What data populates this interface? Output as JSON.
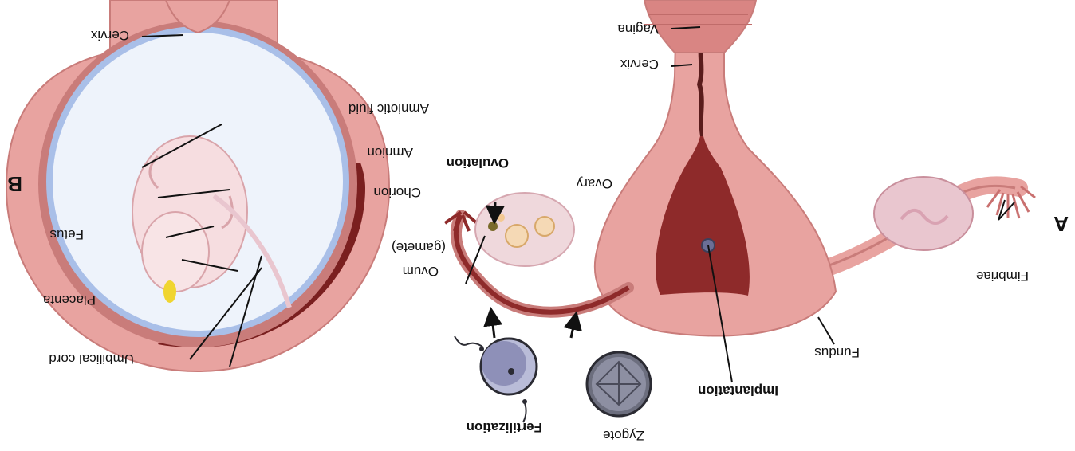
{
  "figure": {
    "panel_a": "A",
    "panel_b": "B"
  },
  "panel_a_labels": {
    "fimbriae": "Fimbriae",
    "fundus": "Fundus",
    "implantation": "Implantation",
    "zygote": "Zygote",
    "fertilization": "Fertilization",
    "ovum": "Ovum",
    "gamete": "(gamete)",
    "ovulation": "Ovulation",
    "ovary": "Ovary",
    "cervix": "Cervix",
    "vagina": "Vagina"
  },
  "panel_b_labels": {
    "cervix": "Cervix",
    "amniotic_fluid": "Amniotic fluid",
    "amnion": "Amnion",
    "chorion": "Chorion",
    "fetus": "Fetus",
    "placenta": "Placenta",
    "umbilical_cord": "Umbilical cord"
  },
  "colors": {
    "tissue": "#e8a3a0",
    "tissue_dark": "#c97c7a",
    "uterine_cavity": "#8e2a2a",
    "amnion": "#a9bfe8",
    "placenta": "#7a1f1f",
    "yolk": "#f0d530"
  }
}
